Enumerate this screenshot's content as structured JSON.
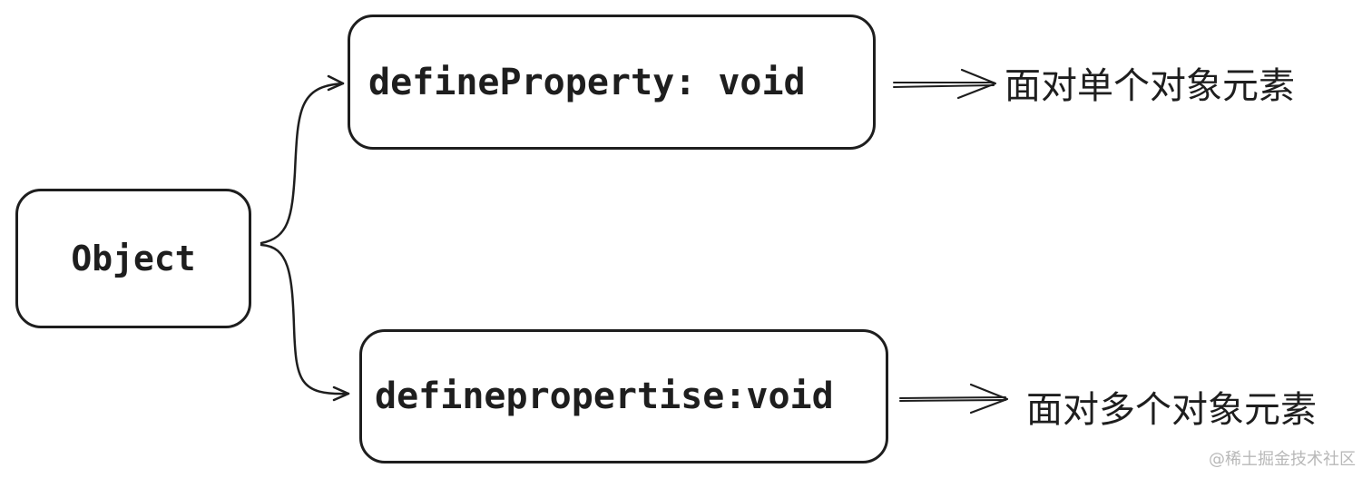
{
  "diagram": {
    "root": {
      "label": "Object"
    },
    "branches": [
      {
        "label": "defineProperty: void",
        "description": "面对单个对象元素"
      },
      {
        "label": "definepropertise:void",
        "description": "面对多个对象元素"
      }
    ]
  },
  "watermark": "@稀土掘金技术社区",
  "colors": {
    "stroke": "#1e1e1e",
    "background": "#ffffff",
    "watermark": "#b8b8b8"
  }
}
